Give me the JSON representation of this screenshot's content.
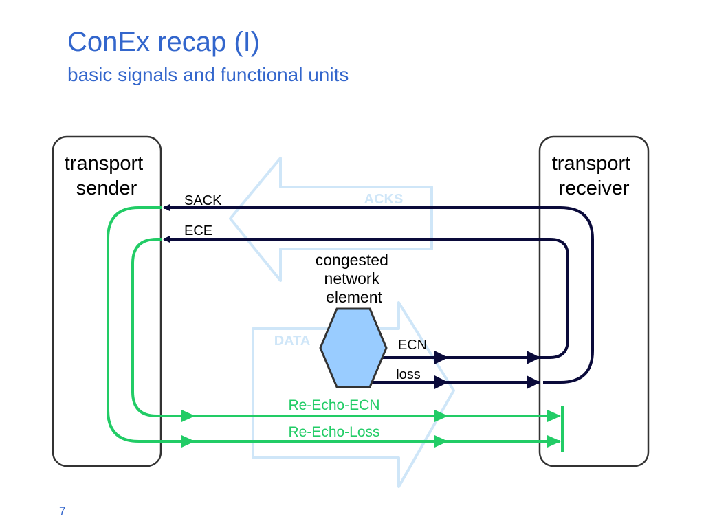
{
  "slide": {
    "title": "ConEx recap (I)",
    "subtitle": "basic signals and functional units",
    "number": "7"
  },
  "diagram": {
    "sender": {
      "line1": "transport",
      "line2": "sender"
    },
    "receiver": {
      "line1": "transport",
      "line2": "receiver"
    },
    "network_element": {
      "line1": "congested",
      "line2": "network",
      "line3": "element"
    },
    "flows": {
      "acks": "ACKS",
      "data": "DATA"
    },
    "signals": {
      "sack": "SACK",
      "ece": "ECE",
      "ecn": "ECN",
      "loss": "loss",
      "re_echo_ecn": "Re-Echo-ECN",
      "re_echo_loss": "Re-Echo-Loss"
    },
    "colors": {
      "title": "#3366cc",
      "dark_line": "#0a0a3a",
      "green_line": "#22cc66",
      "flow_outline": "#cfe6f8",
      "flow_text": "#cfe6f8",
      "hexagon_fill": "#99ccff",
      "box_outline": "#333333"
    }
  }
}
